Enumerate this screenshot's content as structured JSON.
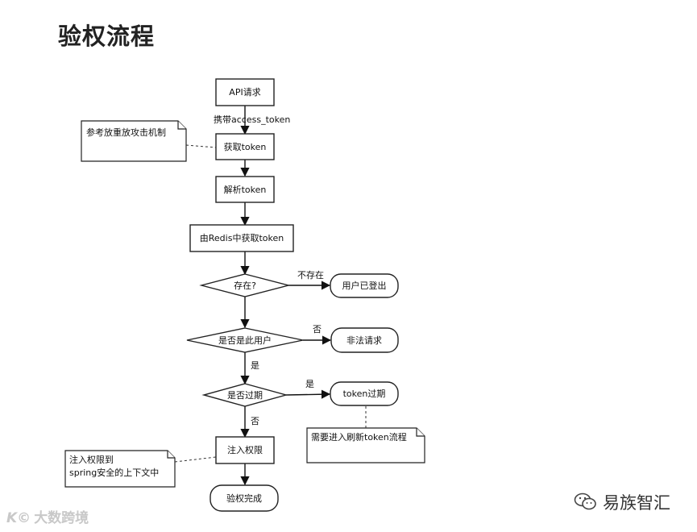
{
  "title": "验权流程",
  "nodes": {
    "api_request": "API请求",
    "carry_token": "携带access_token",
    "get_token": "获取token",
    "parse_token": "解析token",
    "redis_token": "由Redis中获取token",
    "exists": "存在?",
    "user_logged_out": "用户已登出",
    "is_user": "是否是此用户",
    "illegal_request": "非法请求",
    "is_expired": "是否过期",
    "token_expired": "token过期",
    "inject_perm": "注入权限",
    "auth_done": "验权完成"
  },
  "edges": {
    "not_exists": "不存在",
    "no1": "否",
    "yes1": "是",
    "yes2": "是",
    "no2": "否"
  },
  "notes": {
    "replay": "参考放重放攻击机制",
    "refresh": "需要进入刷新token流程",
    "inject_line1": "注入权限到",
    "inject_line2": "spring安全的上下文中"
  },
  "watermarks": {
    "left_logo": "K©",
    "left_text": "大数跨境",
    "right_text": "易族智汇",
    "right_icon": "wechat-icon"
  }
}
